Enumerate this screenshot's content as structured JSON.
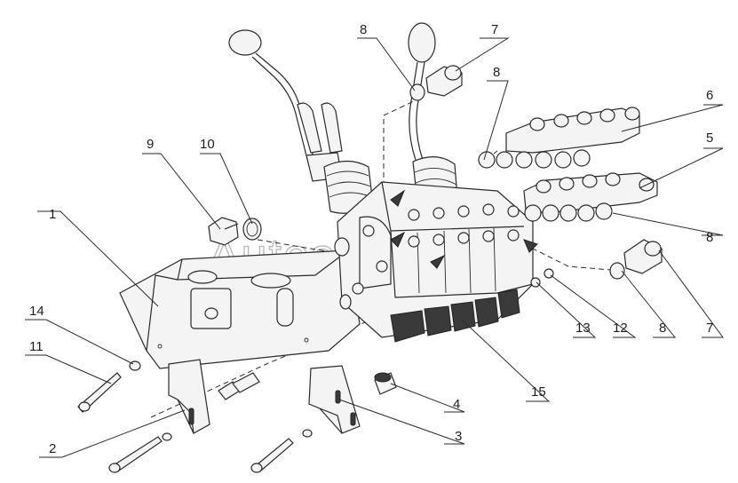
{
  "watermark": "Autospec",
  "callouts": {
    "c1": "1",
    "c2": "2",
    "c3": "3",
    "c4": "4",
    "c5": "5",
    "c6": "6",
    "c7a": "7",
    "c7b": "7",
    "c8a": "8",
    "c8b": "8",
    "c8c": "8",
    "c8d": "8",
    "c9": "9",
    "c10": "10",
    "c11": "11",
    "c12": "12",
    "c13": "13",
    "c14": "14",
    "c15": "15"
  }
}
